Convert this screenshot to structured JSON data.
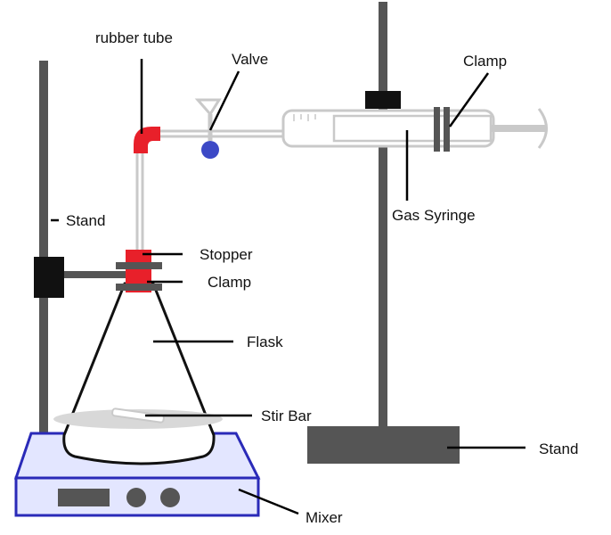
{
  "diagram": {
    "labels": {
      "rubber_tube": "rubber tube",
      "valve": "Valve",
      "clamp_top": "Clamp",
      "stand_left": "Stand",
      "stopper": "Stopper",
      "clamp_left": "Clamp",
      "gas_syringe": "Gas Syringe",
      "flask": "Flask",
      "stir_bar": "Stir Bar",
      "stand_right": "Stand",
      "mixer": "Mixer"
    },
    "colors": {
      "rod": "#555555",
      "clamp_block": "#111111",
      "stopper": "#e8202a",
      "valve_knob": "#3c49c6",
      "glass": "#c9c9c9",
      "mixer_frame": "#2a2ab8",
      "mixer_fill": "#e3e6ff",
      "leader": "#000000"
    }
  }
}
